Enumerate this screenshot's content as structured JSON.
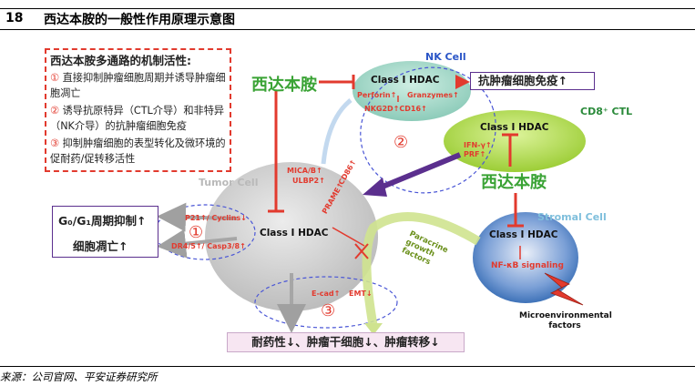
{
  "header": {
    "figure_number": "18",
    "title": "西达本胺的一般性作用原理示意图"
  },
  "mechanism_box": {
    "title": "西达本胺多通路的机制活性:",
    "items": [
      {
        "num": "①",
        "text": "直接抑制肿瘤细胞周期并诱导肿瘤细胞凋亡"
      },
      {
        "num": "②",
        "text": "诱导抗原特异（CTL介导）和非特异（NK介导）的抗肿瘤细胞免疫"
      },
      {
        "num": "③",
        "text": "抑制肿瘤细胞的表型转化及微环境的促耐药/促转移活性"
      }
    ]
  },
  "drug_labels": {
    "top": "西达本胺",
    "right": "西达本胺"
  },
  "nk_cell": {
    "label": "NK Cell",
    "hdac": "Class I HDAC",
    "perforin": "Perforin↑",
    "granzymes": "Granzymes↑",
    "receptors": "NKG2D↑CD16↑"
  },
  "immune_result": "抗肿瘤细胞免疫↑",
  "cd8_cell": {
    "label": "CD8⁺ CTL",
    "hdac": "Class I HDAC",
    "ifn": "IFN-γ↑",
    "marker": "PRF↑"
  },
  "tumor_cell": {
    "label": "Tumor Cell",
    "hdac": "Class I HDAC",
    "mic": "MICA/B↑",
    "ulbp": "ULBP2↑",
    "cd86": "CD86↑",
    "pramef": "PRAME↑",
    "p21": "P21↑/ Cyclins↓",
    "dr4": "DR4/5↑/ Casp3/8↑",
    "ecad": "E-cad↑",
    "emt": "EMT↓"
  },
  "g_box": {
    "line1": "G₀/G₁周期抑制↑",
    "line2": "细胞凋亡↑"
  },
  "stromal_cell": {
    "label": "Stromal Cell",
    "hdac": "Class I HDAC",
    "nfkb": "NF-κB signaling"
  },
  "paracrine": "Paracrine growth factors",
  "micro_env": "Microenvironmental factors",
  "markers": {
    "one": "①",
    "two": "②",
    "three": "③"
  },
  "bottom_result": "耐药性↓、肿瘤干细胞↓、肿瘤转移↓",
  "source": "来源：公司官网、平安证券研究所",
  "colors": {
    "red": "#e23a2e",
    "green": "#3aa335",
    "purple": "#5b2f8e",
    "blue_dashed": "#4a56d6",
    "tumor_gray": "#cfcfcf",
    "nk_teal": "#9fd6c8",
    "cd8_green": "#b6dc57",
    "stromal_blue": "#3e72b8"
  }
}
